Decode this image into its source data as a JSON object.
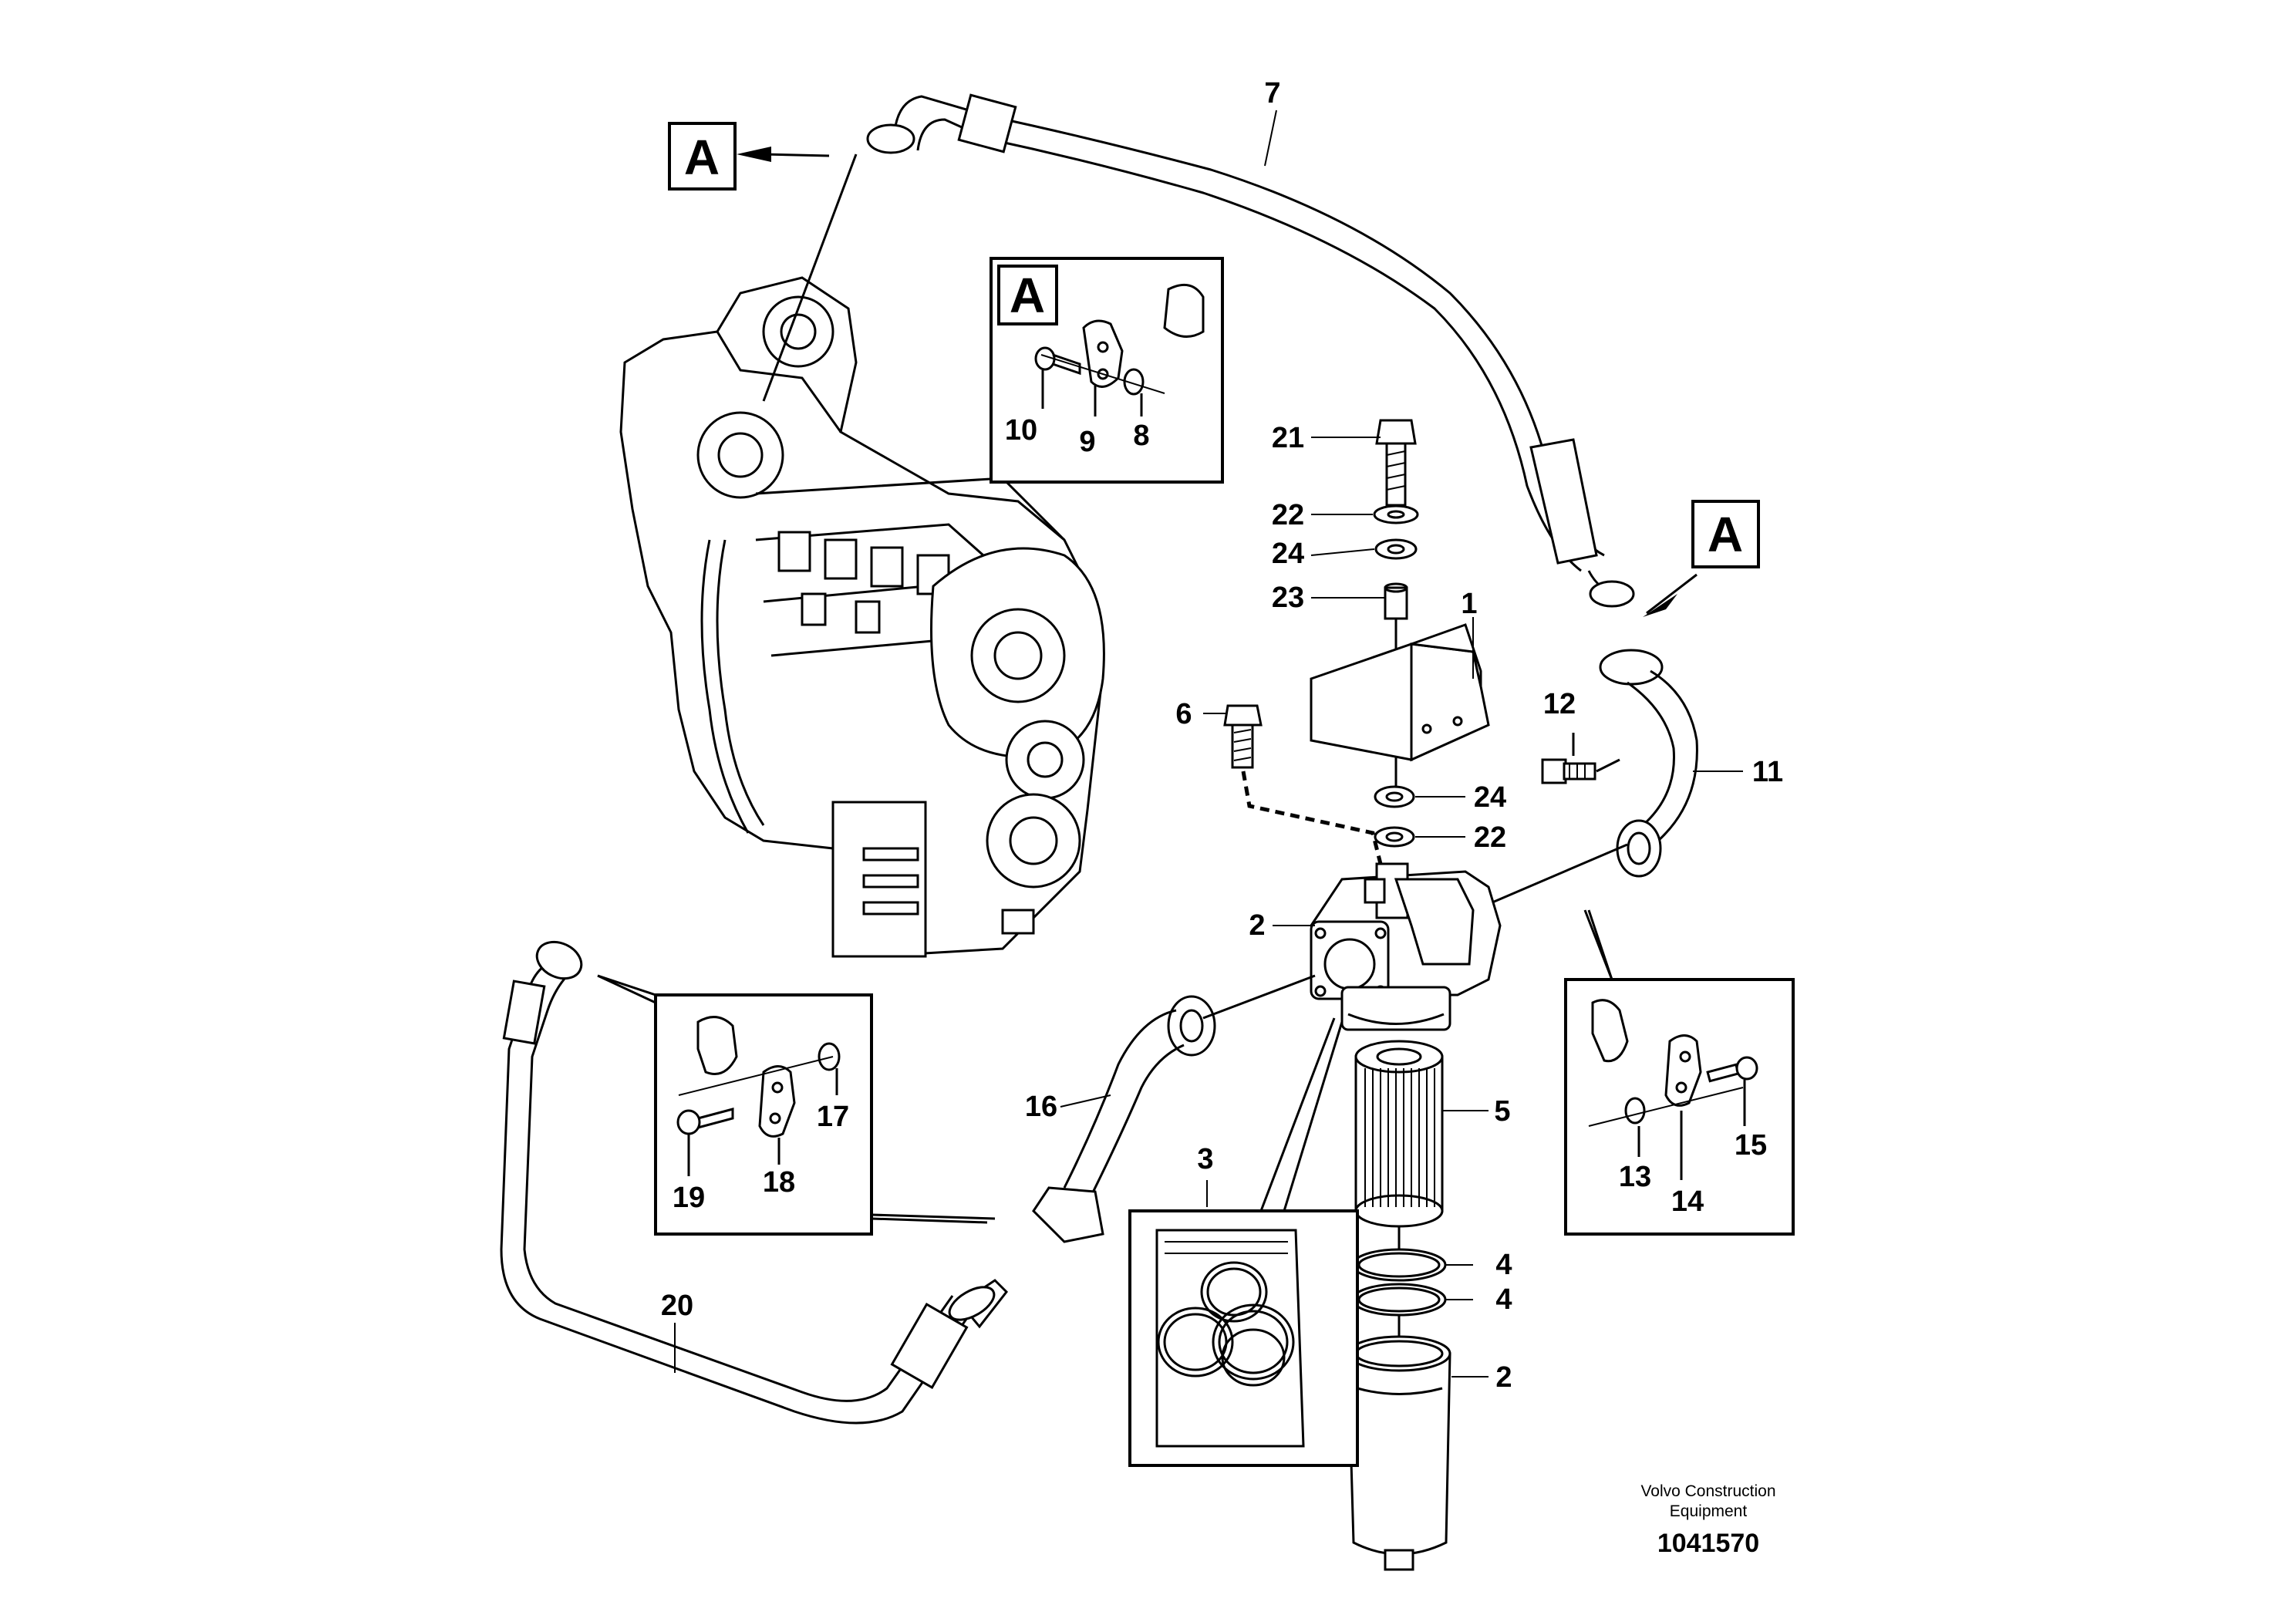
{
  "callouts": {
    "c1": "1",
    "c2a": "2",
    "c2b": "2",
    "c3": "3",
    "c4a": "4",
    "c4b": "4",
    "c5": "5",
    "c6": "6",
    "c7": "7",
    "c8": "8",
    "c9": "9",
    "c10": "10",
    "c11": "11",
    "c12": "12",
    "c13": "13",
    "c14": "14",
    "c15": "15",
    "c16": "16",
    "c17": "17",
    "c18": "18",
    "c19": "19",
    "c20": "20",
    "c21": "21",
    "c22a": "22",
    "c22b": "22",
    "c23": "23",
    "c24a": "24",
    "c24b": "24"
  },
  "detail_markers": {
    "marker_top": "A",
    "marker_right": "A",
    "inset_a_tag": "A"
  },
  "footer": {
    "company_line1": "Volvo Construction",
    "company_line2": "Equipment",
    "drawing_number": "1041570"
  }
}
